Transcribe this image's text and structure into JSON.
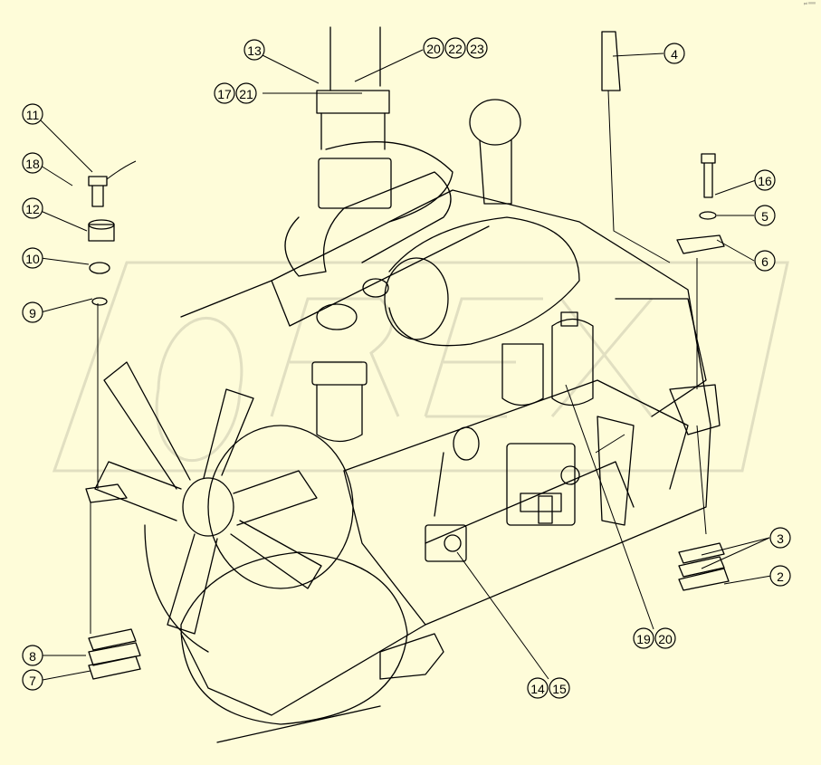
{
  "corner_mark": "ᵖᵈ ⁰⁰⁰⁰",
  "watermark": "OREX",
  "callouts": [
    {
      "id": "c13",
      "labels": [
        "13"
      ]
    },
    {
      "id": "c20a",
      "labels": [
        "20",
        "22",
        "23"
      ]
    },
    {
      "id": "c17",
      "labels": [
        "17",
        "21"
      ]
    },
    {
      "id": "c11",
      "labels": [
        "11"
      ]
    },
    {
      "id": "c18",
      "labels": [
        "18"
      ]
    },
    {
      "id": "c12",
      "labels": [
        "12"
      ]
    },
    {
      "id": "c10",
      "labels": [
        "10"
      ]
    },
    {
      "id": "c9",
      "labels": [
        "9"
      ]
    },
    {
      "id": "c4",
      "labels": [
        "4"
      ]
    },
    {
      "id": "c16",
      "labels": [
        "16"
      ]
    },
    {
      "id": "c5",
      "labels": [
        "5"
      ]
    },
    {
      "id": "c6",
      "labels": [
        "6"
      ]
    },
    {
      "id": "c3",
      "labels": [
        "3"
      ]
    },
    {
      "id": "c2",
      "labels": [
        "2"
      ]
    },
    {
      "id": "c8",
      "labels": [
        "8"
      ]
    },
    {
      "id": "c7",
      "labels": [
        "7"
      ]
    },
    {
      "id": "c14",
      "labels": [
        "14",
        "15"
      ]
    },
    {
      "id": "c19",
      "labels": [
        "19",
        "20"
      ]
    }
  ]
}
